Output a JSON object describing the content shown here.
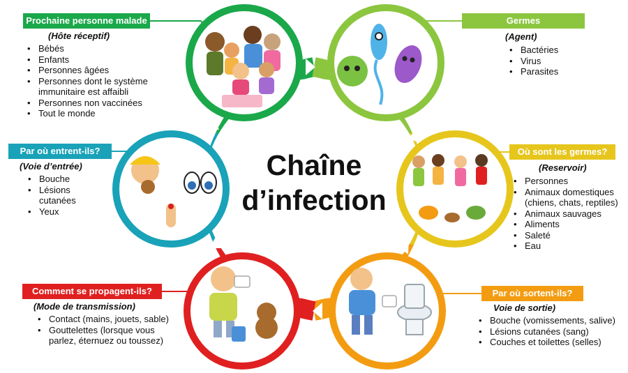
{
  "title": [
    "Chaîne",
    "d’infection"
  ],
  "colors": {
    "green": "#1aa84a",
    "lime": "#8cc63f",
    "yellow": "#e6c61c",
    "orange": "#f39c12",
    "red": "#e02020",
    "teal": "#19a2b8"
  },
  "stages": [
    {
      "key": "host",
      "label": "Prochaine personne malade",
      "subtitle": "(Hôte réceptif)",
      "items": [
        "Bébés",
        "Enfants",
        "Personnes âgées",
        "Personnes dont le système immunitaire est affaibli",
        "Personnes non vaccinées",
        "Tout le monde"
      ],
      "icon": "family-group-icon"
    },
    {
      "key": "agent",
      "label": "Germes",
      "subtitle": "(Agent)",
      "items": [
        "Bactéries",
        "Virus",
        "Parasites"
      ],
      "icon": "germs-icon"
    },
    {
      "key": "reservoir",
      "label": "Où sont les germes?",
      "subtitle": "(Reservoir)",
      "items": [
        "Personnes",
        "Animaux domestiques (chiens, chats, reptiles)",
        "Animaux sauvages",
        "Aliments",
        "Saleté",
        "Eau"
      ],
      "icon": "children-animals-icon"
    },
    {
      "key": "exit",
      "label": "Par où sortent-ils?",
      "subtitle": "Voie de sortie)",
      "items": [
        "Bouche (vomissements, salive)",
        "Lésions cutanées (sang)",
        "Couches et toilettes (selles)"
      ],
      "icon": "sick-child-toilet-icon"
    },
    {
      "key": "transmission",
      "label": "Comment se propagent-ils?",
      "subtitle": "(Mode de transmission)",
      "items": [
        "Contact (mains, jouets, sable)",
        "Gouttelettes (lorsque vous parlez, éternuez ou toussez)"
      ],
      "icon": "sneezing-child-icon"
    },
    {
      "key": "entry",
      "label": "Par où entrent-ils?",
      "subtitle": "(Voie d’entrée)",
      "items": [
        "Bouche",
        "Lésions cutanées",
        "Yeux"
      ],
      "icon": "child-eyes-finger-icon"
    }
  ]
}
